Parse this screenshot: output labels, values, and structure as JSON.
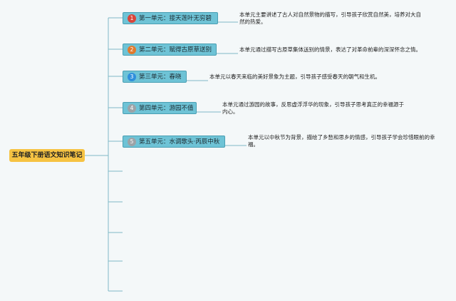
{
  "root": {
    "label": "五年级下册语文知识笔记"
  },
  "units": [
    {
      "num": "1",
      "badge_color": "#d9453a",
      "title": "第一单元：接天莲叶无穷碧",
      "desc": "本单元主要讲述了古人对自然景物的描写，引导孩子欣赏自然美，培养对大自然的热爱。"
    },
    {
      "num": "2",
      "badge_color": "#e07a2e",
      "title": "第二单元：赋得古原草送别",
      "desc": "本单元通过描写古原草集体送别的情景，表达了对革命前辈的深深怀念之情。"
    },
    {
      "num": "3",
      "badge_color": "#2f8fdc",
      "title": "第三单元：春晓",
      "desc": "本单元以春天来临的美好景象为主题，引导孩子感受春天的朝气和生机。"
    },
    {
      "num": "4",
      "badge_color": "#9ca3a7",
      "title": "第四单元：游园不值",
      "desc": "本单元通过游园的故事，反思虚浮浮华的现象，引导孩子思考真正的幸福源于内心。"
    },
    {
      "num": "5",
      "badge_color": "#9ca3a7",
      "title": "第五单元：水调歌头·丙辰中秋",
      "desc": "本单元以中秋节为背景，描绘了乡愁和思乡的情感，引导孩子学会珍惜眼前的幸福。"
    }
  ]
}
